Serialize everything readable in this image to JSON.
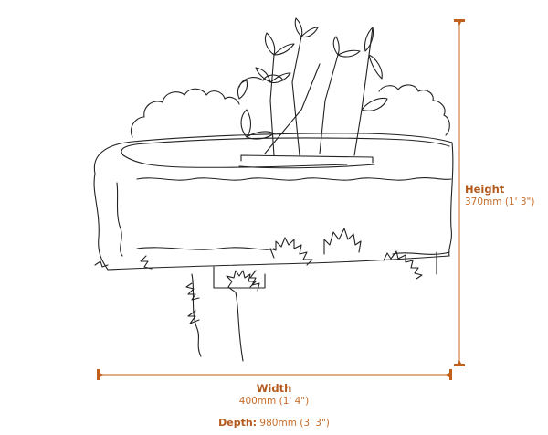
{
  "diagram": {
    "subject": "Stone trough planter with plants",
    "colors": {
      "line_art": "#222222",
      "dimension": "#d9935a",
      "dimension_dark": "#b35a1e",
      "label_text": "#c66d2a"
    }
  },
  "dimensions": {
    "height": {
      "title": "Height",
      "value": "370mm (1' 3\")"
    },
    "width": {
      "title": "Width",
      "value": "400mm (1' 4\")"
    },
    "depth": {
      "title": "Depth:",
      "value": " 980mm (3' 3\")"
    }
  }
}
